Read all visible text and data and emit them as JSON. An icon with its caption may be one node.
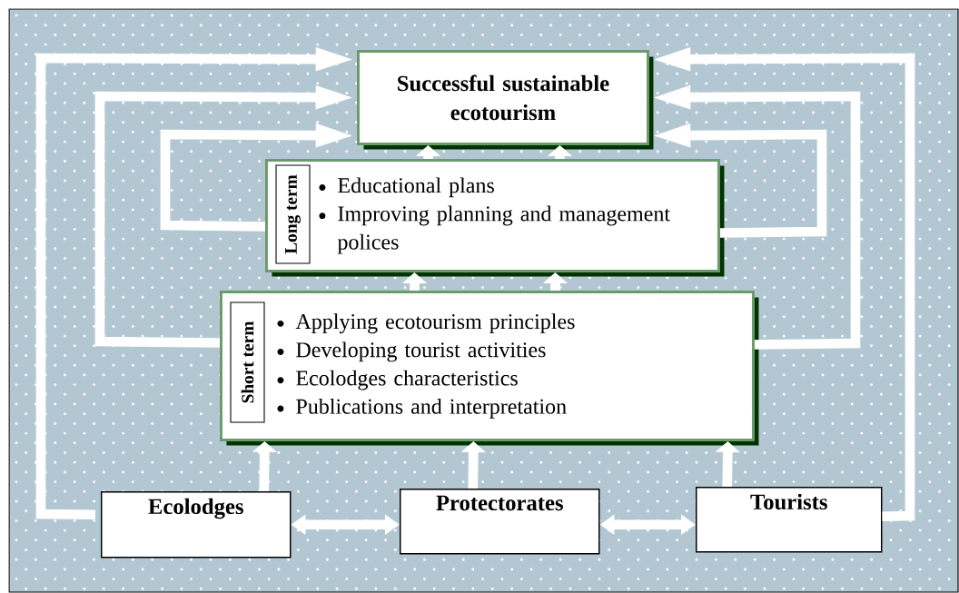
{
  "diagram": {
    "nodes": [
      {
        "text": [
          "Successful sustainable ecotourism"
        ]
      },
      {
        "text": [
          "Educational plans",
          "Improving planning and management polices"
        ]
      },
      {
        "text": [
          "Long term"
        ],
        "in": 1
      },
      {
        "text": [
          "Applying ecotourism principles",
          "Developing tourist activities",
          "Ecolodges characteristics",
          "Publications and interpretation"
        ]
      },
      {
        "text": [
          "Short term"
        ],
        "in": 3
      },
      {
        "text": [
          "Ecolodges"
        ]
      },
      {
        "text": [
          "Protectorates"
        ]
      },
      {
        "text": [
          "Tourists"
        ]
      }
    ],
    "edges": [
      {
        "from": 1,
        "to": 0,
        "arrow": "to"
      },
      {
        "from": 1,
        "to": 0,
        "arrow": "to"
      },
      {
        "from": 3,
        "to": 1,
        "arrow": "to"
      },
      {
        "from": 3,
        "to": 1,
        "arrow": "to"
      },
      {
        "from": 5,
        "to": 3,
        "arrow": "to"
      },
      {
        "from": 6,
        "to": 3,
        "arrow": "to"
      },
      {
        "from": 7,
        "to": 3,
        "arrow": "to"
      },
      {
        "from": 5,
        "to": 6,
        "arrow": "both"
      },
      {
        "from": 6,
        "to": 7,
        "arrow": "both"
      },
      {
        "from": 5,
        "to": 0,
        "arrow": "to"
      },
      {
        "from": 3,
        "to": 0,
        "arrow": "to"
      },
      {
        "from": 1,
        "to": 0,
        "arrow": "to"
      },
      {
        "from": 1,
        "to": 0,
        "arrow": "to"
      },
      {
        "from": 3,
        "to": 0,
        "arrow": "to"
      },
      {
        "from": 7,
        "to": 0,
        "arrow": "to"
      }
    ]
  }
}
